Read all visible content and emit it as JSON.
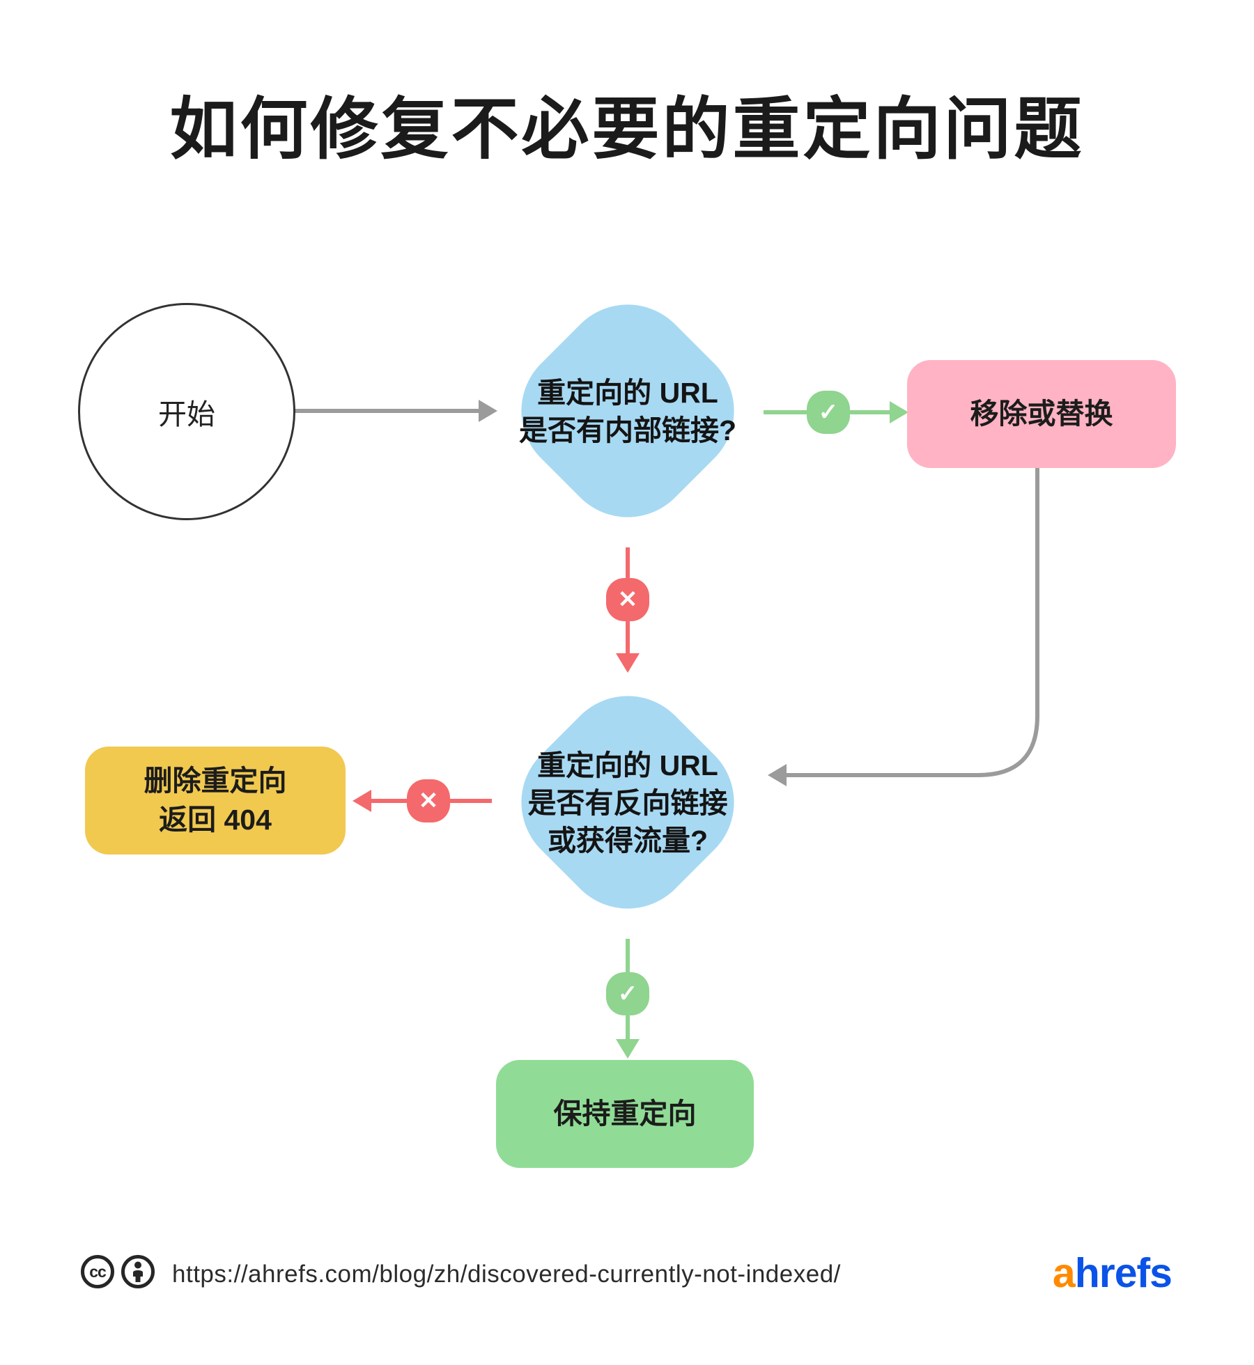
{
  "title": "如何修复不必要的重定向问题",
  "flow": {
    "start_label": "开始",
    "q_internal_links": "重定向的 URL\n是否有内部链接?",
    "remove_replace": "移除或替换",
    "q_backlinks_traffic": "重定向的 URL\n是否有反向链接\n或获得流量?",
    "delete_redirect": "删除重定向\n返回 404",
    "keep_redirect": "保持重定向"
  },
  "badges": {
    "yes_glyph": "✓",
    "no_glyph": "✕"
  },
  "footer": {
    "cc_label": "cc",
    "source_url": "https://ahrefs.com/blog/zh/discovered-currently-not-indexed/",
    "brand_first_letter": "a",
    "brand_rest": "hrefs"
  },
  "colors": {
    "decision_fill": "#A7D9F3",
    "remove_fill": "#FFB3C4",
    "delete_fill": "#F1C94F",
    "keep_fill": "#90DC96",
    "yes_accent": "#8FD48F",
    "no_accent": "#F4696C",
    "connector_gray": "#9B9B9B",
    "title_color": "#1B1B1B",
    "brand_orange": "#FF8A00",
    "brand_blue": "#0B53E8"
  }
}
